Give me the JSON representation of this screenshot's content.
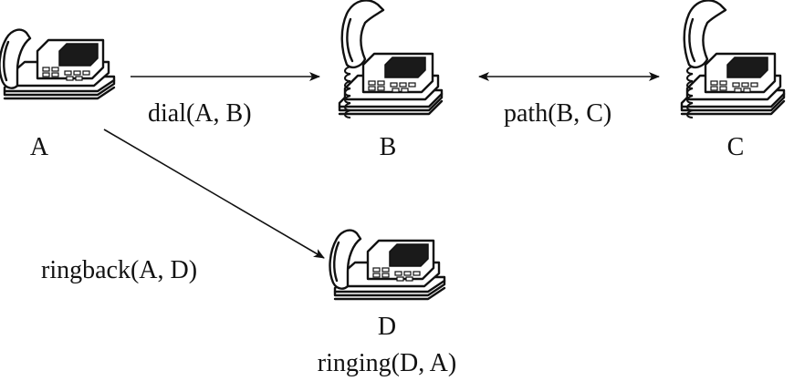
{
  "diagram": {
    "nodes": [
      {
        "id": "A",
        "label": "A",
        "state": "on-hook"
      },
      {
        "id": "B",
        "label": "B",
        "state": "off-hook"
      },
      {
        "id": "C",
        "label": "C",
        "state": "off-hook"
      },
      {
        "id": "D",
        "label": "D",
        "state": "on-hook"
      }
    ],
    "edges": [
      {
        "id": "dial",
        "from": "A",
        "to": "B",
        "label": "dial(A, B)",
        "direction": "forward"
      },
      {
        "id": "path",
        "from": "B",
        "to": "C",
        "label": "path(B, C)",
        "direction": "both"
      },
      {
        "id": "ringback",
        "from": "A",
        "to": "D",
        "label": "ringback(A, D)",
        "direction": "forward"
      }
    ],
    "caption": "ringing(D, A)"
  }
}
